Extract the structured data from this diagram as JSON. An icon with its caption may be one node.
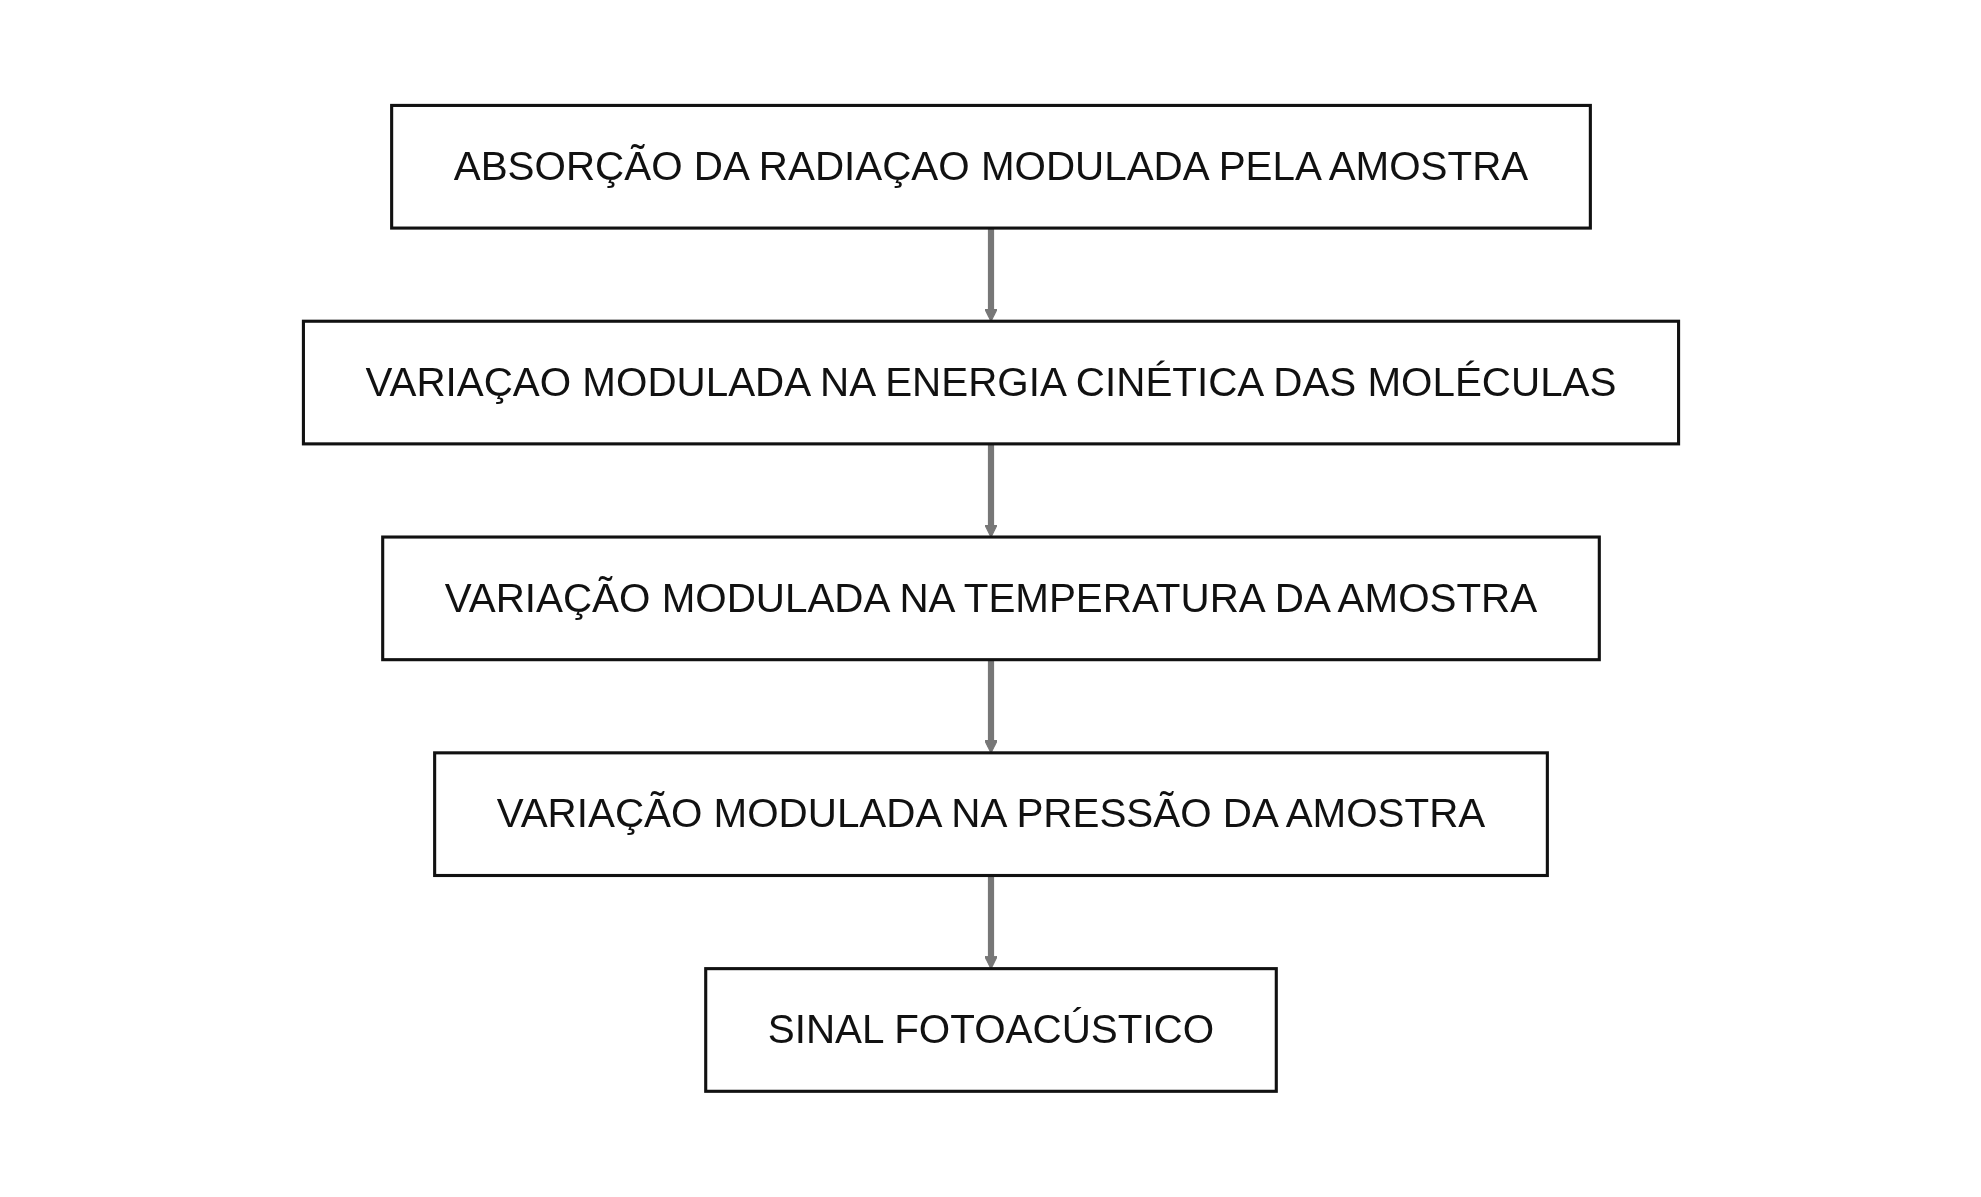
{
  "diagram": {
    "nodes": [
      {
        "text": [
          "ABSORÇÃO DA RADIAÇAO MODULADA PELA AMOSTRA"
        ]
      },
      {
        "text": [
          "VARIAÇAO MODULADA NA ENERGIA CINÉTICA DAS MOLÉCULAS"
        ]
      },
      {
        "text": [
          "VARIAÇÃO MODULADA NA TEMPERATURA DA AMOSTRA"
        ]
      },
      {
        "text": [
          "VARIAÇÃO MODULADA NA PRESSÃO DA AMOSTRA"
        ]
      },
      {
        "text": [
          "SINAL FOTOACÚSTICO"
        ]
      }
    ],
    "edges": [
      {
        "from": 0,
        "to": 1,
        "arrow": "to"
      },
      {
        "from": 1,
        "to": 2,
        "arrow": "to"
      },
      {
        "from": 2,
        "to": 3,
        "arrow": "to"
      },
      {
        "from": 3,
        "to": 4,
        "arrow": "to"
      }
    ]
  }
}
